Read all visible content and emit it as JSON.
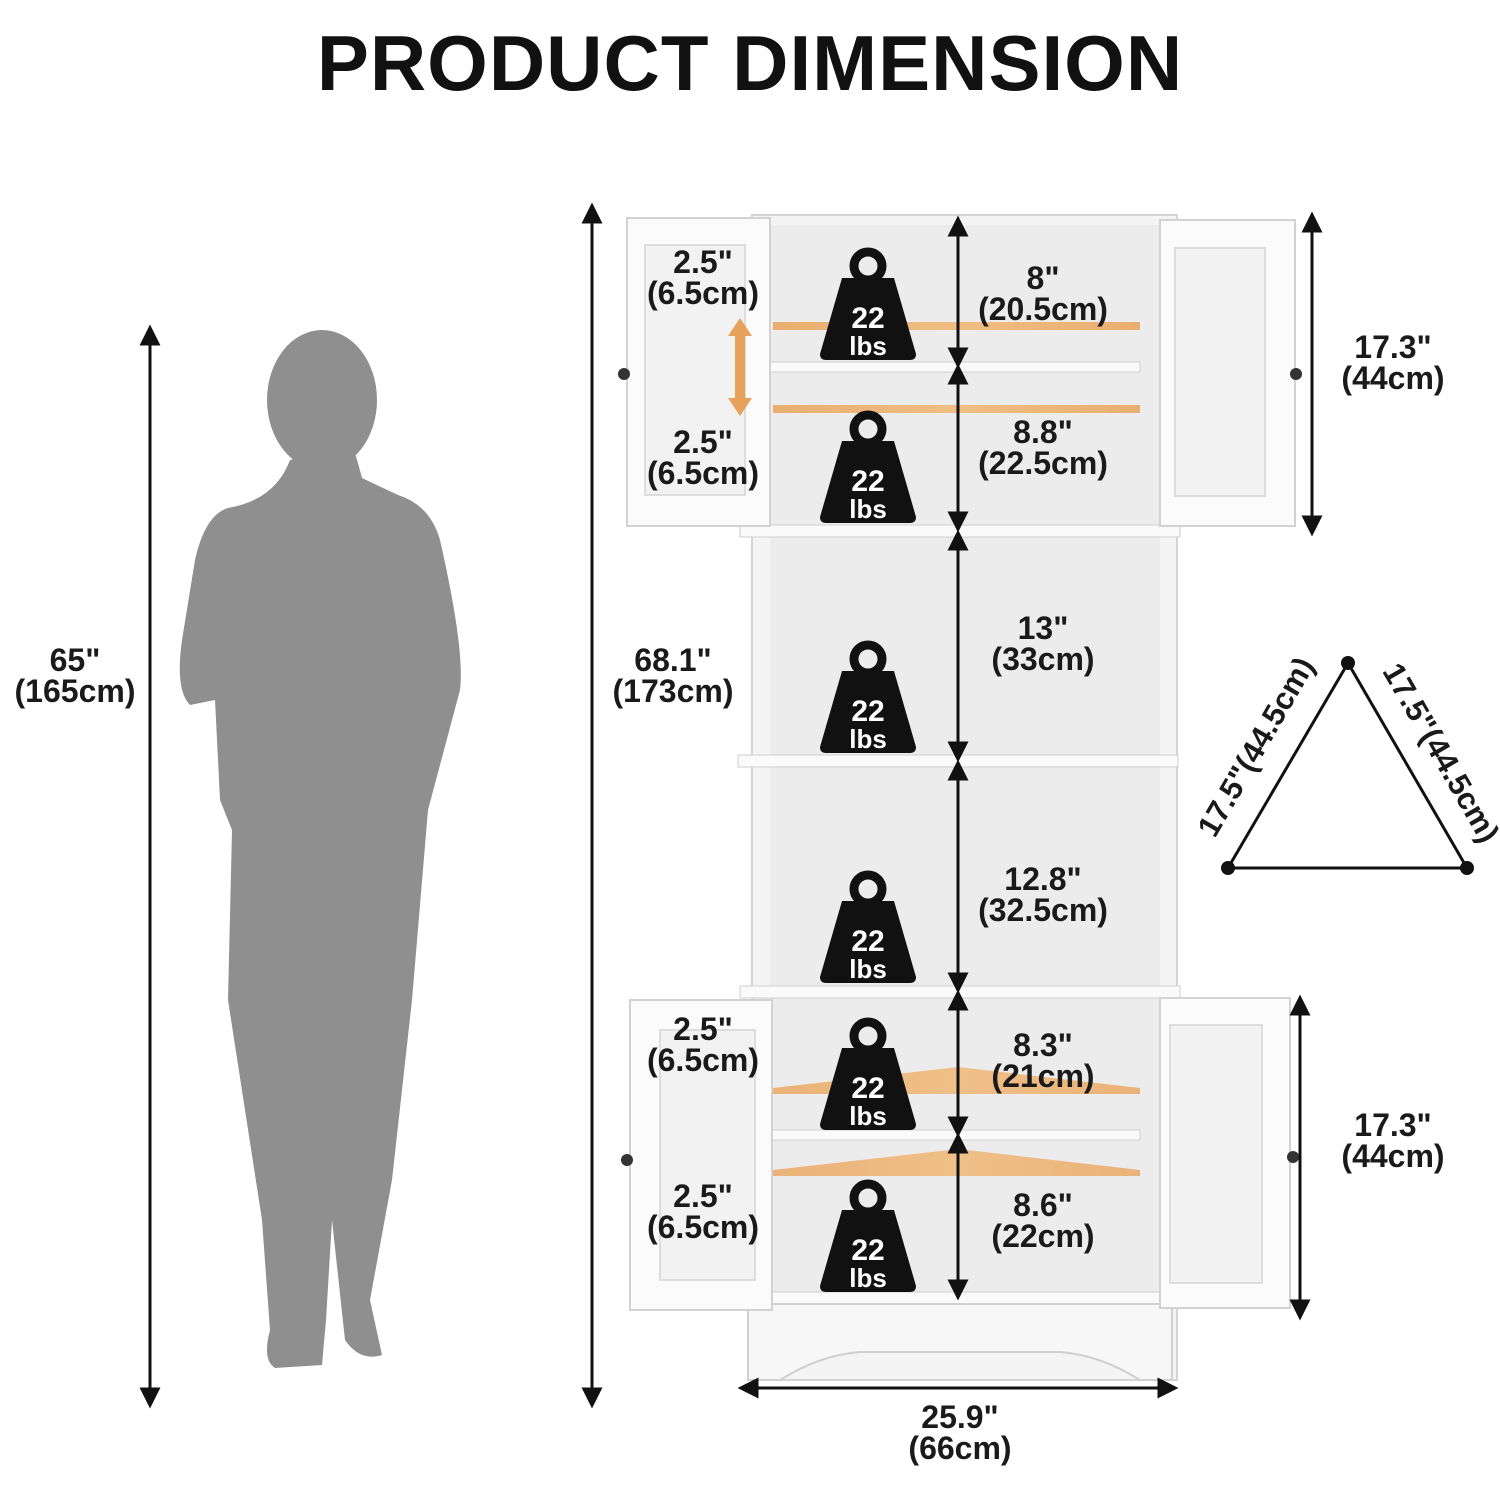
{
  "title": "PRODUCT DIMENSION",
  "person_height": {
    "in": "65\"",
    "cm": "(165cm)"
  },
  "cabinet_height": {
    "in": "68.1\"",
    "cm": "(173cm)"
  },
  "cabinet_width": {
    "in": "25.9\"",
    "cm": "(66cm)"
  },
  "upper_cabinet_height": {
    "in": "17.3\"",
    "cm": "(44cm)"
  },
  "lower_cabinet_height": {
    "in": "17.3\"",
    "cm": "(44cm)"
  },
  "shelf_adjust": [
    {
      "in": "2.5\"",
      "cm": "(6.5cm)"
    },
    {
      "in": "2.5\"",
      "cm": "(6.5cm)"
    },
    {
      "in": "2.5\"",
      "cm": "(6.5cm)"
    },
    {
      "in": "2.5\"",
      "cm": "(6.5cm)"
    }
  ],
  "compartments": [
    {
      "in": "8\"",
      "cm": "(20.5cm)"
    },
    {
      "in": "8.8\"",
      "cm": "(22.5cm)"
    },
    {
      "in": "13\"",
      "cm": "(33cm)"
    },
    {
      "in": "12.8\"",
      "cm": "(32.5cm)"
    },
    {
      "in": "8.3\"",
      "cm": "(21cm)"
    },
    {
      "in": "8.6\"",
      "cm": "(22cm)"
    }
  ],
  "load": {
    "value": "22",
    "unit": "lbs"
  },
  "triangle": {
    "side_left": "17.5\"(44.5cm)",
    "side_right": "17.5\"(44.5cm)"
  },
  "colors": {
    "silhouette": "#8f8f8f",
    "shelf_highlight": "#e8a15a",
    "weight_icon": "#111111",
    "panel": "#f3f3f3",
    "text": "#1a1a1a"
  }
}
